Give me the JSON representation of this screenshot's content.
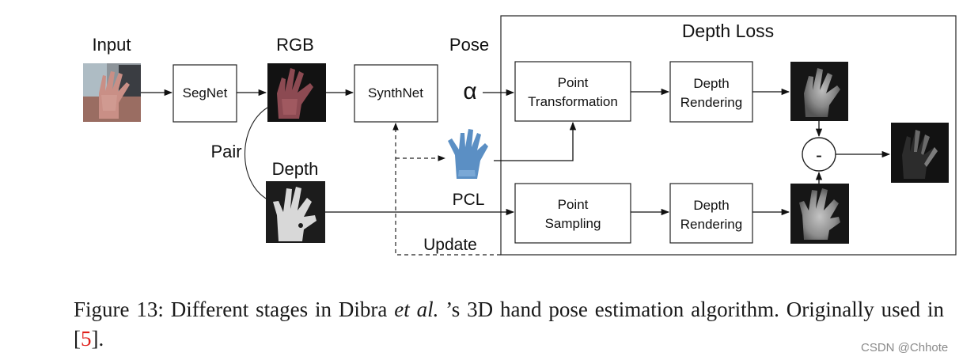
{
  "diagram": {
    "labels": {
      "input": "Input",
      "rgb": "RGB",
      "pose": "Pose",
      "pose_symbol": "α",
      "pair": "Pair",
      "depth": "Depth",
      "pcl": "PCL",
      "update": "Update",
      "depth_loss": "Depth Loss",
      "minus": "-"
    },
    "boxes": {
      "segnet": "SegNet",
      "synthnet": "SynthNet",
      "point_transformation": [
        "Point",
        "Transformation"
      ],
      "depth_rendering_top": [
        "Depth",
        "Rendering"
      ],
      "point_sampling": [
        "Point",
        "Sampling"
      ],
      "depth_rendering_bottom": [
        "Depth",
        "Rendering"
      ]
    }
  },
  "caption": {
    "prefix": "Figure 13:  Different stages in Dibra ",
    "italic": "et al.",
    "suffix": " ’s 3D hand pose estimation algorithm. Originally used in ",
    "bracket_open": "[",
    "ref": "5",
    "bracket_close": "]."
  },
  "watermark": "CSDN @Chhote",
  "colors": {
    "stroke": "#222222",
    "pcl_blue": "#5b8fc4",
    "ref_red": "#e0201b",
    "watermark_gray": "#8a8a8a"
  }
}
